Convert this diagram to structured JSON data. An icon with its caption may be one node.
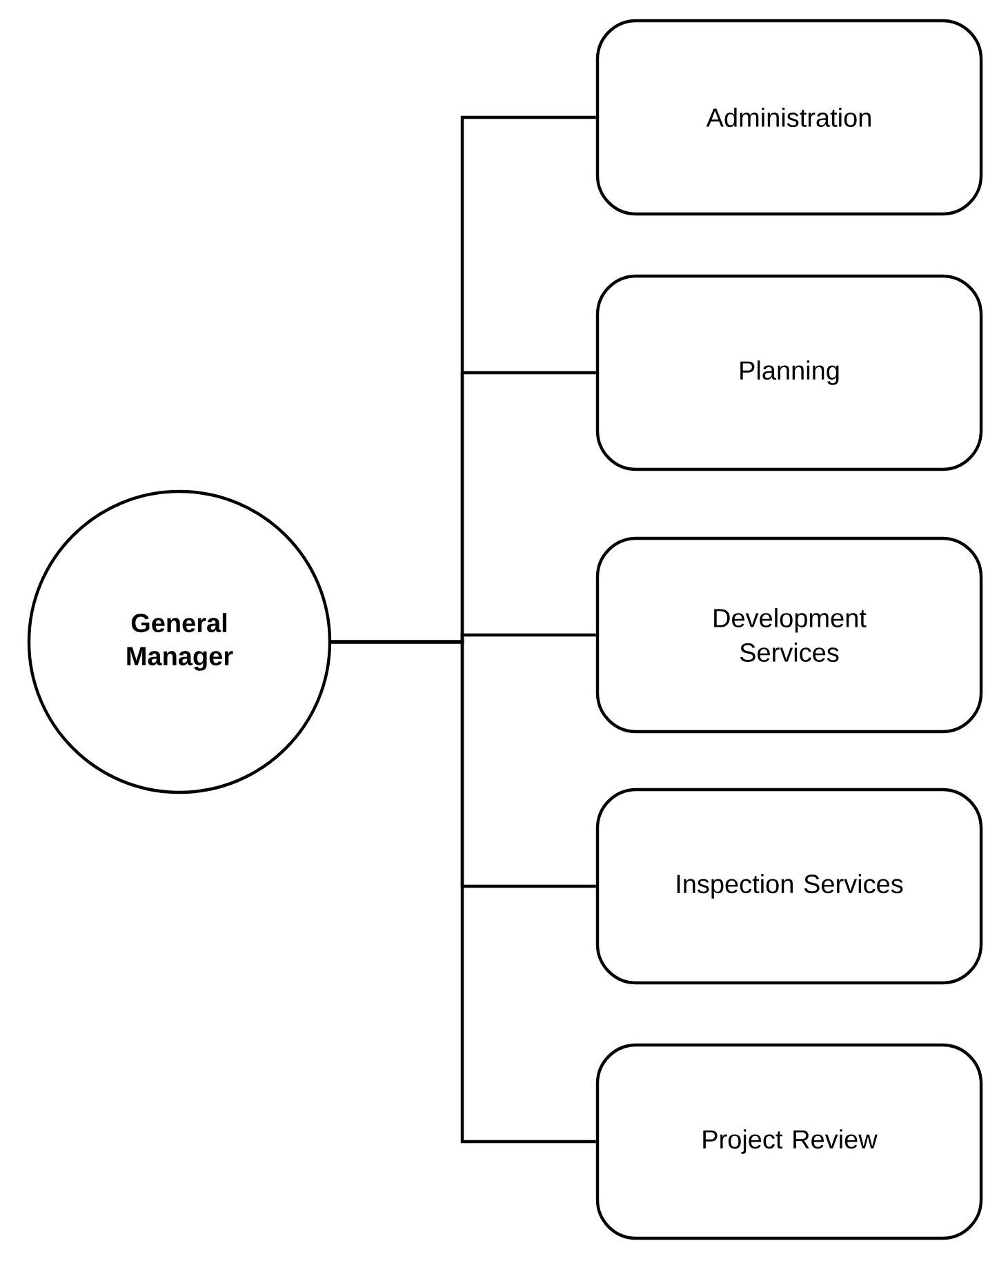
{
  "diagram": {
    "nodes": [
      {
        "text": [
          "General Manager"
        ]
      },
      {
        "text": [
          "Administration"
        ]
      },
      {
        "text": [
          "Planning"
        ]
      },
      {
        "text": [
          "Development Services"
        ]
      },
      {
        "text": [
          "Inspection Services"
        ]
      },
      {
        "text": [
          "Project Review"
        ]
      }
    ],
    "edges": [
      {
        "from": 0,
        "to": 1,
        "arrow": "none"
      },
      {
        "from": 0,
        "to": 2,
        "arrow": "none"
      },
      {
        "from": 0,
        "to": 3,
        "arrow": "none"
      },
      {
        "from": 0,
        "to": 4,
        "arrow": "none"
      },
      {
        "from": 0,
        "to": 5,
        "arrow": "none"
      }
    ]
  }
}
